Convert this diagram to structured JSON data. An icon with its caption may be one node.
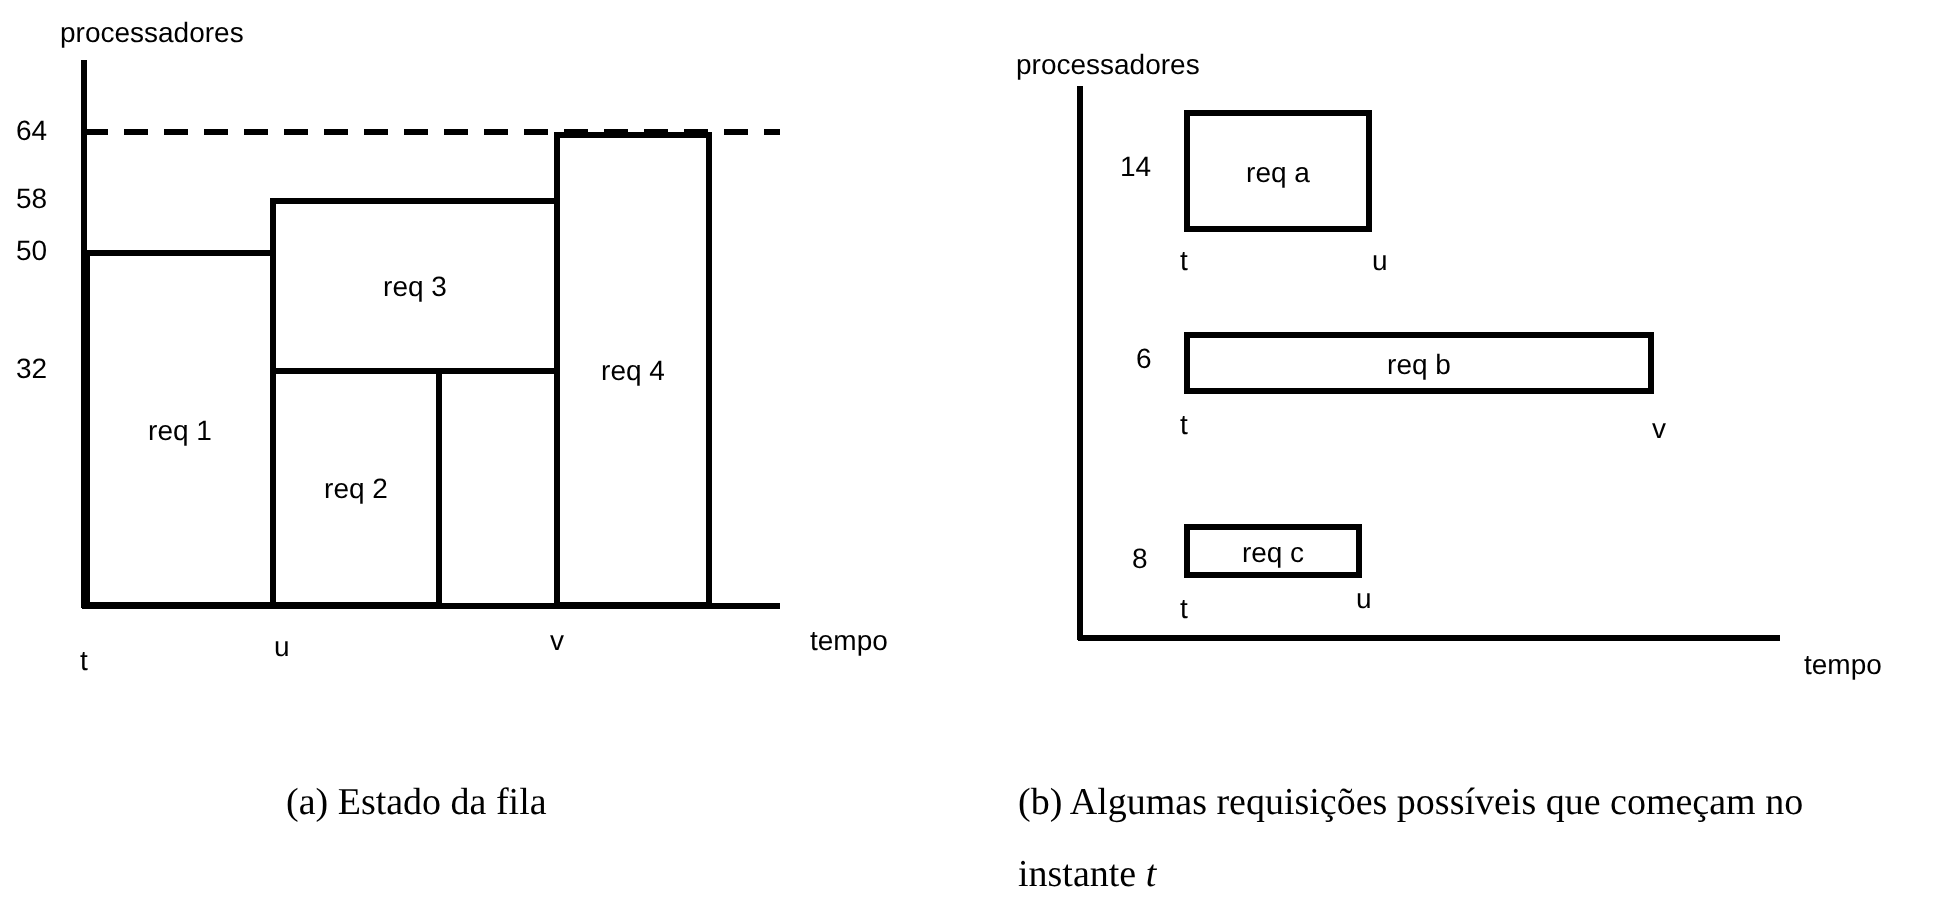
{
  "diagram": {
    "nodes": [
      {
        "text": [
          "req 1"
        ]
      },
      {
        "text": [
          "req 3"
        ]
      },
      {
        "text": [
          "req 2"
        ]
      },
      {
        "text": [
          "req 4"
        ]
      },
      {
        "text": [
          "req a"
        ]
      },
      {
        "text": [
          "req b"
        ]
      },
      {
        "text": [
          "req c"
        ]
      }
    ],
    "labels": [
      "processadores",
      "64",
      "58",
      "50",
      "32",
      "t",
      "u",
      "v",
      "tempo",
      "processadores",
      "14",
      "6",
      "t",
      "u",
      "t",
      "v",
      "8",
      "t",
      "u",
      "tempo",
      "(a) Estado da fila",
      "(b) Algumas requisições possíveis que começam no instante *t*"
    ]
  }
}
